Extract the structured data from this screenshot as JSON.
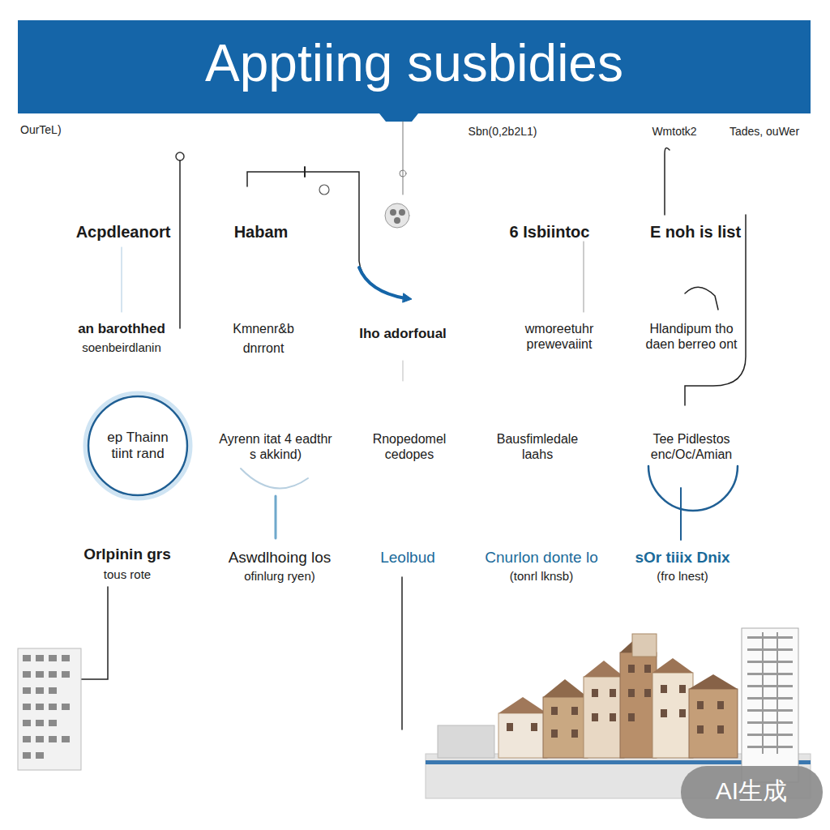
{
  "diagram": {
    "title": "Apptiing susbidies",
    "nodes": [
      {
        "text": [
          "ep Thainn tiint rand"
        ]
      }
    ],
    "labels": [
      "OurTeL)",
      "Sbn(0,2b2L1)",
      "Wmtotk2",
      "Tades, ouWer",
      "Acpdleanort",
      "Habam",
      "6 Isbiintoc",
      "E noh is list",
      "an barothhed",
      "soenbeirdlanin",
      "Kmnenr&b",
      "dnrront",
      "Iho adorfoual",
      "wmoreetuhr prewevaiint",
      "Hlandipum tho daen berreo ont",
      "Ayrenn itat 4 eadthr s akkind)",
      "Rnopedomel cedopes",
      "Bausfimledale laahs",
      "Tee Pidlestos enc/Oc/Amian",
      "Orlpinin grs",
      "tous rote",
      "Aswdlhoing los",
      "ofinlurg ryen)",
      "Leolbud",
      "Cnurlon donte lo",
      "(tonrl lknsb)",
      "sOr tiiix Dnix",
      "(fro lnest)",
      "AI生成"
    ]
  }
}
